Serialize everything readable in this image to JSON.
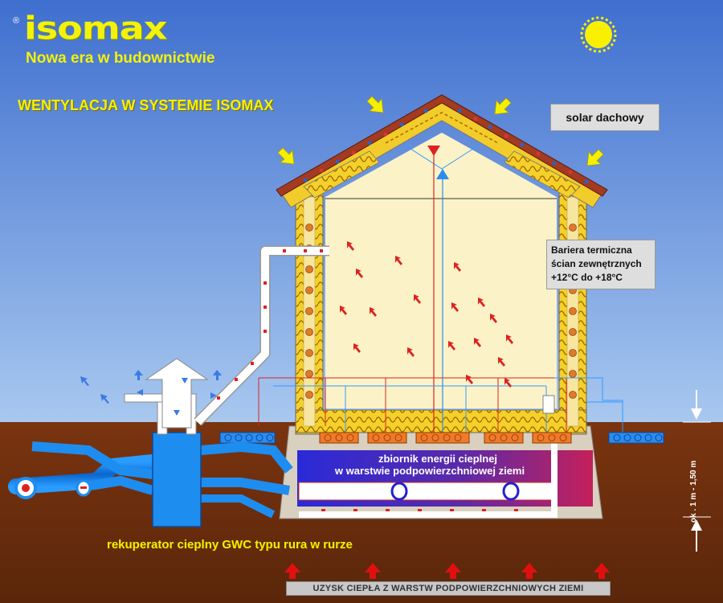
{
  "brand": {
    "logo_text": "isomax",
    "registered_mark": "®",
    "tagline": "Nowa era w budownictwie"
  },
  "heading": "WENTYLACJA W SYSTEMIE ISOMAX",
  "labels": {
    "roof_solar": "solar dachowy",
    "thermal_barrier": [
      "Bariera termiczna",
      "ścian zewnętrznych",
      "+12°C do +18°C"
    ],
    "energy_tank": [
      "zbiornik energii cieplnej",
      "w warstwie podpowierzchniowej ziemi"
    ],
    "recuperator": "rekuperator cieplny GWC  typu  rura w rurze",
    "ground_heat_gain": "UZYSK CIEPŁA Z WARSTW PODPOWIERZCHNIOWYCH ZIEMI",
    "depth": "ok . 1 m  -  1,50 m"
  },
  "icons": [
    "sun-icon",
    "sunlight-arrow-icon",
    "heat-flow-arrow-icon",
    "air-flow-arrow-icon",
    "ground-heat-arrow-icon",
    "depth-marker-icon"
  ],
  "colors": {
    "sky_top": "#3f6fcf",
    "sky_bottom": "#a8c8ef",
    "ground": "#6a2e0d",
    "insulation": "#f2cc2a",
    "interior": "#fbf3c7",
    "roof_red": "#a33a22",
    "duct_blue": "#1e8df0",
    "warm_air": "#dd2222",
    "cool_air": "#1e7be0",
    "tank_blue": "#2222cc",
    "tank_red": "#cc2244",
    "brand_yellow": "#f2f20a"
  }
}
